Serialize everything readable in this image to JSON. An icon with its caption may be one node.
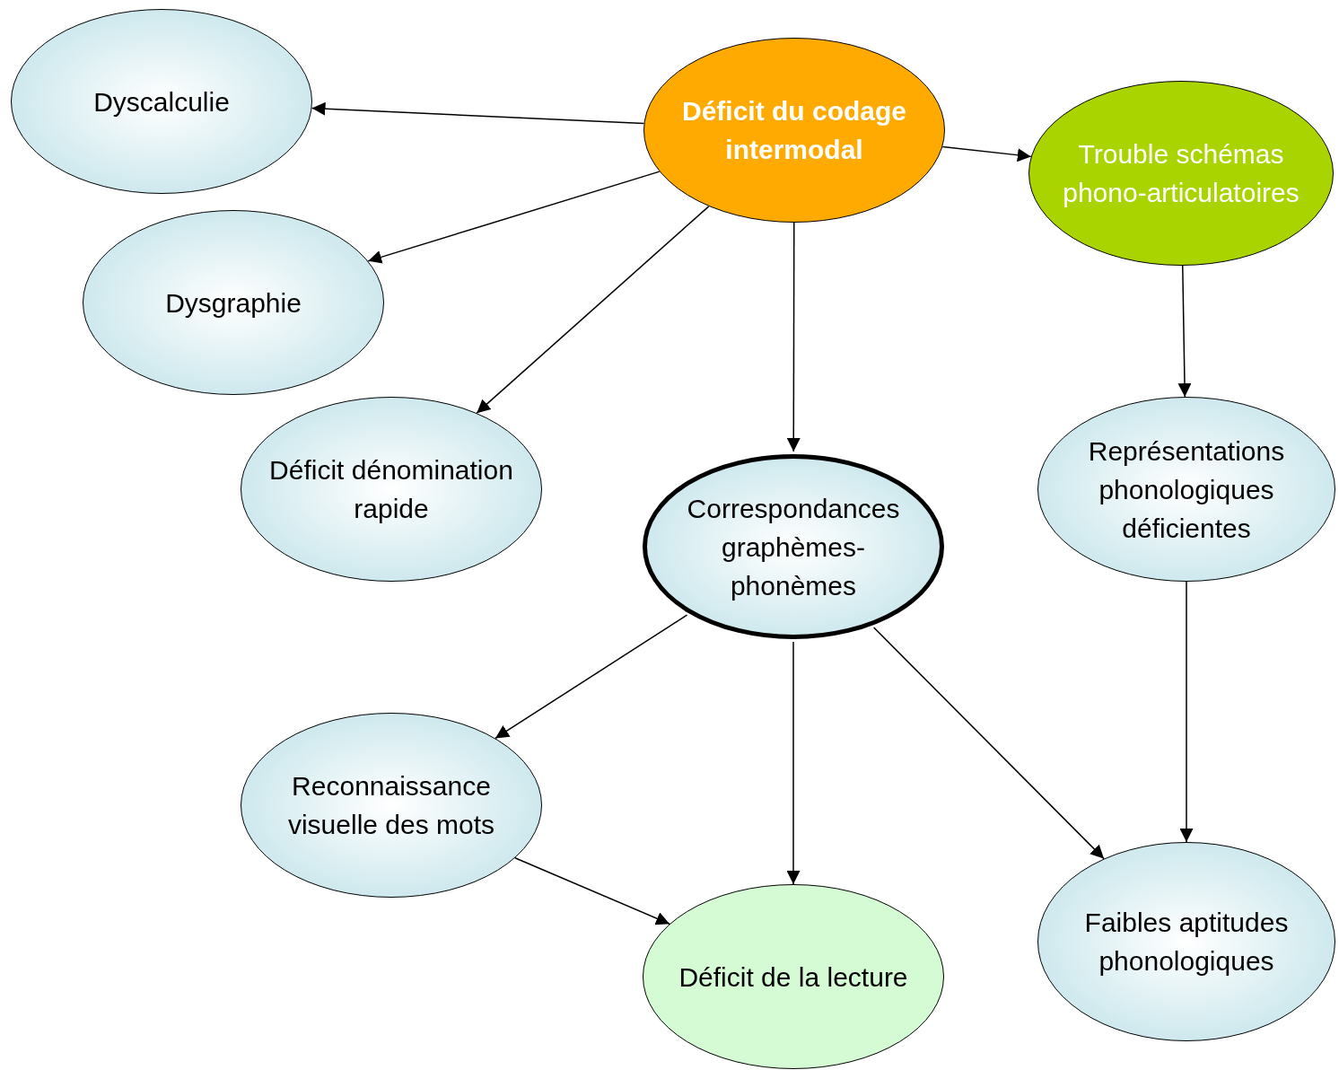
{
  "diagram": {
    "nodes": [
      {
        "text": [
          "Déficit du codage intermodal"
        ]
      },
      {
        "text": [
          "Dyscalculie"
        ]
      },
      {
        "text": [
          "Dysgraphie"
        ]
      },
      {
        "text": [
          "Trouble schémas phono-articulatoires"
        ]
      },
      {
        "text": [
          "Déficit dénomination rapide"
        ]
      },
      {
        "text": [
          "Correspondances graphèmes-phonèmes"
        ]
      },
      {
        "text": [
          "Représentations phonologiques déficientes"
        ]
      },
      {
        "text": [
          "Reconnaissance visuelle des mots"
        ]
      },
      {
        "text": [
          "Déficit de la lecture"
        ]
      },
      {
        "text": [
          "Faibles aptitudes phonologiques"
        ]
      }
    ],
    "edges": [
      {
        "from": 0,
        "to": 1,
        "arrow": "to"
      },
      {
        "from": 0,
        "to": 2,
        "arrow": "to"
      },
      {
        "from": 0,
        "to": 4,
        "arrow": "to"
      },
      {
        "from": 0,
        "to": 5,
        "arrow": "to"
      },
      {
        "from": 0,
        "to": 3,
        "arrow": "to"
      },
      {
        "from": 3,
        "to": 6,
        "arrow": "to"
      },
      {
        "from": 6,
        "to": 9,
        "arrow": "to"
      },
      {
        "from": 5,
        "to": 7,
        "arrow": "to"
      },
      {
        "from": 5,
        "to": 8,
        "arrow": "to"
      },
      {
        "from": 5,
        "to": 9,
        "arrow": "to"
      },
      {
        "from": 7,
        "to": 8,
        "arrow": "to"
      }
    ]
  }
}
